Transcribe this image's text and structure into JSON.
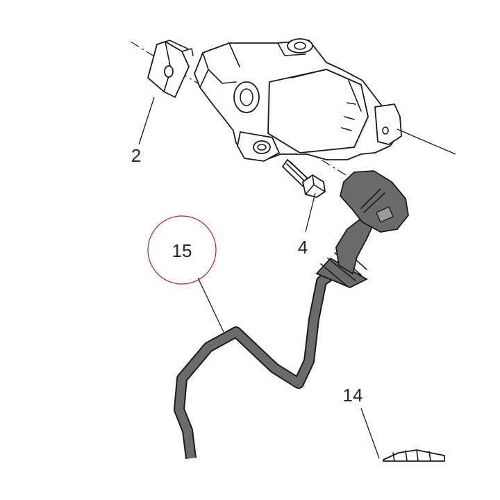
{
  "callouts": {
    "bracket": "2",
    "bolt": "4",
    "ht_lead": "15",
    "spark_plug": "14"
  },
  "colors": {
    "highlight_circle": "#b02030",
    "lead_fill": "#6b6b6b",
    "line": "#1a1a1a"
  }
}
